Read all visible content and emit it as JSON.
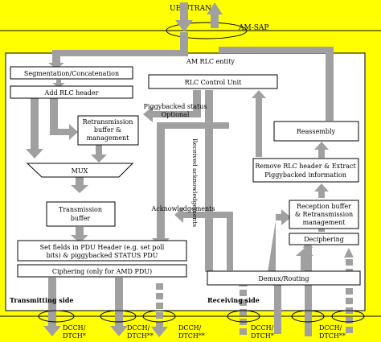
{
  "header": {
    "top_label": "UE/UTRAN",
    "sap_label": "AM-SAP"
  },
  "entity_label": "AM RLC entity",
  "boxes": {
    "segmentation": "Segmentation/Concatenation",
    "add_header": "Add RLC header",
    "retransmission_line1": "Retransmission",
    "retransmission_line2": "buffer &",
    "retransmission_line3": "management",
    "mux": "MUX",
    "transmission_line1": "Transmission",
    "transmission_line2": "buffer",
    "set_fields_line1": "Set fields in PDU Header (e.g. set poll",
    "set_fields_line2": "bits) & piggybacked STATUS PDU",
    "ciphering": "Ciphering (only for AMD PDU)",
    "control_unit": "RLC Control Unit",
    "reassembly": "Reassembly",
    "remove_header_line1": "Remove RLC header & Extract",
    "remove_header_line2": "Piggybacked information",
    "reception_line1": "Reception buffer",
    "reception_line2": "& Retransmission",
    "reception_line3": "management",
    "deciphering": "Deciphering",
    "demux": "Demux/Routing"
  },
  "annotations": {
    "piggybacked_line1": "Piggybacked status",
    "piggybacked_line2": "Optional",
    "received_ack": "Received acknowledgements",
    "acknowledgements": "Acknowledgements"
  },
  "sides": {
    "transmitting": "Transmitting side",
    "receiving": "Receiving side"
  },
  "channels": [
    {
      "line1": "DCCH/",
      "line2": "DTCH*"
    },
    {
      "line1": "DCCH/",
      "line2": "DTCH**"
    },
    {
      "line1": "DCCH/",
      "line2": "DTCH**"
    },
    {
      "line1": "DCCH/",
      "line2": "DTCH*"
    },
    {
      "line1": "DCCH/",
      "line2": "DTCH**"
    }
  ],
  "colors": {
    "background": "#ffff00",
    "arrow": "#a0a0a0",
    "box": "#ffffff",
    "line": "#000000"
  }
}
